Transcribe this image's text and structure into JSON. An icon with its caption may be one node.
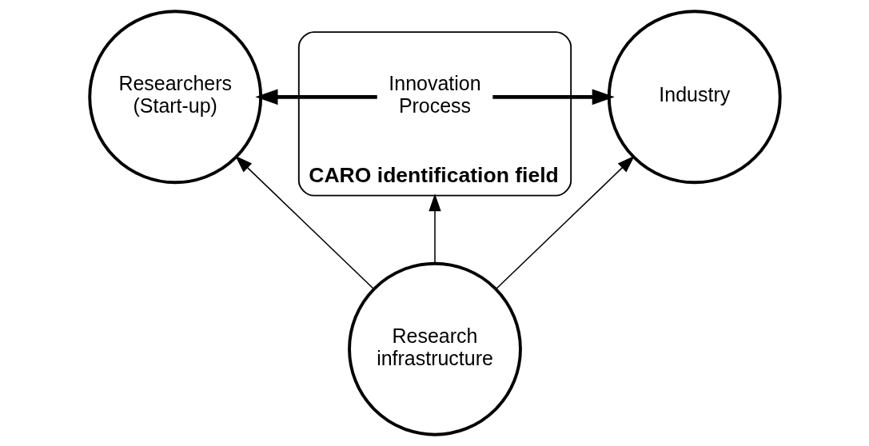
{
  "diagram": {
    "nodes": [
      {
        "text": [
          "Researchers (Start-up)"
        ]
      },
      {
        "text": [
          "CARO identification field"
        ]
      },
      {
        "text": [
          "Innovation Process"
        ],
        "in": 1
      },
      {
        "text": [
          "Industry"
        ]
      },
      {
        "text": [
          "Research infrastructure"
        ]
      }
    ],
    "edges": [
      {
        "from": 2,
        "to": 0,
        "arrow": "to",
        "style": "thick"
      },
      {
        "from": 2,
        "to": 3,
        "arrow": "to",
        "style": "thick"
      },
      {
        "from": 4,
        "to": 0,
        "arrow": "to"
      },
      {
        "from": 4,
        "to": 1,
        "arrow": "to"
      },
      {
        "from": 4,
        "to": 3,
        "arrow": "to"
      }
    ]
  }
}
